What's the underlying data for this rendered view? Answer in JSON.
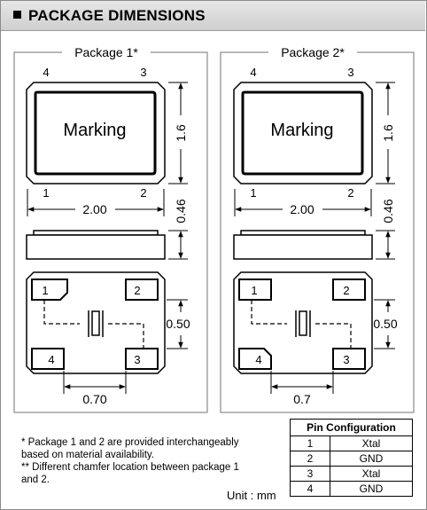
{
  "header": {
    "title": "PACKAGE DIMENSIONS"
  },
  "packages": [
    {
      "title": "Package 1*",
      "top_pins": [
        "4",
        "3"
      ],
      "bottom_pins": [
        "1",
        "2"
      ],
      "marking": "Marking",
      "dims": {
        "width": "2.00",
        "height": "1.6",
        "thickness": "0.46",
        "pad_pitch": "0.50",
        "pad_span": "0.70"
      },
      "pads": [
        "1",
        "2",
        "4",
        "3"
      ]
    },
    {
      "title": "Package 2*",
      "top_pins": [
        "4",
        "3"
      ],
      "bottom_pins": [
        "1",
        "2"
      ],
      "marking": "Marking",
      "dims": {
        "width": "2.00",
        "height": "1.6",
        "thickness": "0.46",
        "pad_pitch": "0.50",
        "pad_span": "0.7"
      },
      "pads": [
        "1",
        "2",
        "4",
        "3"
      ]
    }
  ],
  "notes": [
    "* Package 1 and 2 are provided interchangeably",
    "based on material availability.",
    "** Different chamfer location between package 1",
    "and 2."
  ],
  "unit": "Unit : mm",
  "pin_configuration": {
    "title": "Pin Configuration",
    "rows": [
      {
        "pin": "1",
        "function": "Xtal"
      },
      {
        "pin": "2",
        "function": "GND"
      },
      {
        "pin": "3",
        "function": "Xtal"
      },
      {
        "pin": "4",
        "function": "GND"
      }
    ]
  }
}
